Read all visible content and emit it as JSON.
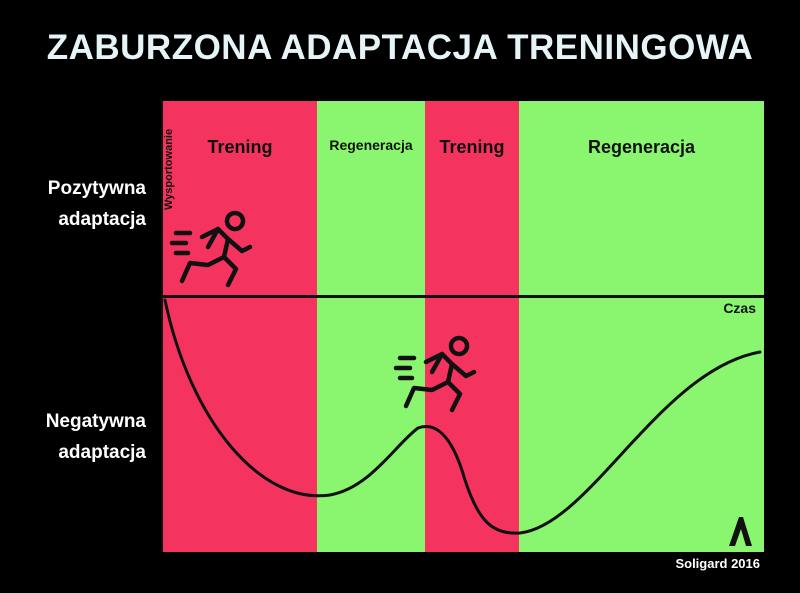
{
  "title": "ZABURZONA ADAPTACJA TRENINGOWA",
  "y_axis": {
    "positive": [
      "Pozytywna",
      "adaptacja"
    ],
    "negative": [
      "Negatywna",
      "adaptacja"
    ],
    "vertical_label": "Wysportowanie"
  },
  "x_axis": {
    "label": "Czas"
  },
  "phases": [
    {
      "label": "Trening",
      "kind": "training",
      "span": [
        0,
        154
      ]
    },
    {
      "label": "Regeneracja",
      "kind": "recovery",
      "span": [
        154,
        262
      ]
    },
    {
      "label": "Trening",
      "kind": "training",
      "span": [
        262,
        356
      ]
    },
    {
      "label": "Regeneracja",
      "kind": "recovery",
      "span": [
        356,
        601
      ]
    }
  ],
  "colors": {
    "training": "#f5335f",
    "recovery": "#8af670",
    "background": "#000000",
    "curve": "#111111"
  },
  "icons": [
    "running-person-icon",
    "running-person-icon",
    "soligard-logo-icon"
  ],
  "credit": "Soligard 2016"
}
